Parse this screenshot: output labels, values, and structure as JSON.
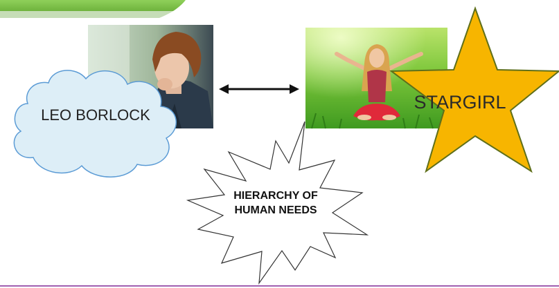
{
  "diagram": {
    "nodes": {
      "leo": {
        "label": "LEO BORLOCK",
        "shape": "cloud",
        "fill": "#ddeef7",
        "stroke": "#5b9bd5"
      },
      "stargirl": {
        "label": "STARGIRL",
        "shape": "star",
        "fill": "#f7b500",
        "stroke": "#5f6f1a"
      },
      "hierarchy": {
        "label_lines": [
          "HIERARCHY OF",
          "HUMAN NEEDS"
        ],
        "shape": "explosion",
        "fill": "#ffffff",
        "stroke": "#333333"
      }
    },
    "photos": {
      "boy": {
        "subject": "boy-at-window-photo"
      },
      "girl": {
        "subject": "girl-on-grass-photo"
      }
    },
    "edges": [
      {
        "from": "leo",
        "to": "stargirl",
        "style": "double-arrow"
      }
    ]
  },
  "theme": {
    "header_tab": "#7dc14b",
    "bottom_rule": "#a05fb0",
    "arrow": "#111111"
  }
}
